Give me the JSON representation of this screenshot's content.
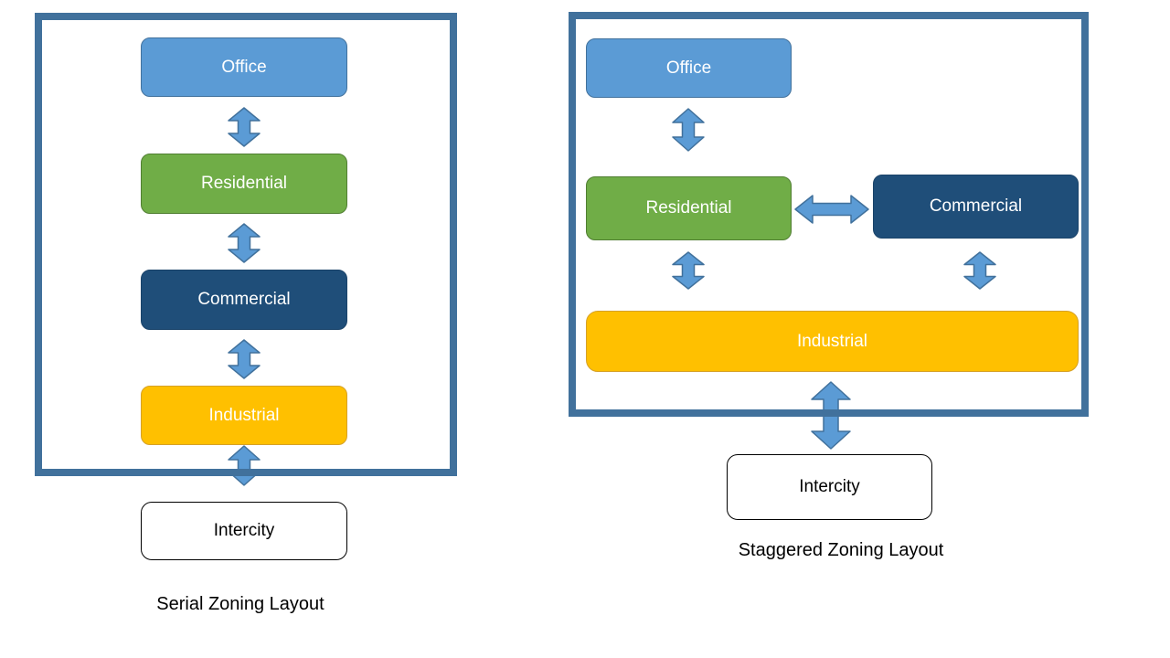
{
  "colors": {
    "office": "#5B9BD5",
    "office_border": "#41719C",
    "residential": "#70AD47",
    "residential_border": "#507E32",
    "commercial": "#1F4E79",
    "commercial_border": "#1A4369",
    "industrial": "#FFC000",
    "industrial_border": "#D6A127",
    "arrow": "#5B9BD5",
    "arrow_border": "#41719C",
    "container_border": "#41719C",
    "intercity_border": "#000000",
    "box_text": "#FFFFFF",
    "dark_text": "#000000"
  },
  "serial": {
    "caption": "Serial Zoning Layout",
    "office": "Office",
    "residential": "Residential",
    "commercial": "Commercial",
    "industrial": "Industrial",
    "intercity": "Intercity"
  },
  "staggered": {
    "caption": "Staggered Zoning Layout",
    "office": "Office",
    "residential": "Residential",
    "commercial": "Commercial",
    "industrial": "Industrial",
    "intercity": "Intercity"
  }
}
